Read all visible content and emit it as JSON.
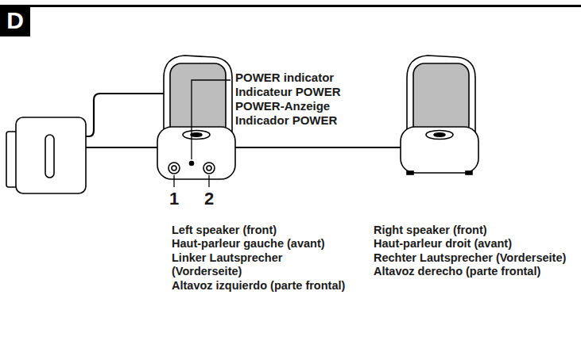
{
  "diagram": {
    "nodes": [
      {
        "text": [
          "D"
        ]
      }
    ],
    "labels": [
      "POWER indicator",
      "Indicateur POWER",
      "POWER-Anzeige",
      "Indicador POWER",
      "1",
      "2",
      "Left speaker (front)",
      "Haut-parleur gauche (avant)",
      "Linker Lautsprecher (Vorderseite)",
      "Altavoz izquierdo (parte frontal)",
      "Right speaker (front)",
      "Haut-parleur droit (avant)",
      "Rechter Lautsprecher (Vorderseite)",
      "Altavoz derecho (parte frontal)"
    ]
  }
}
